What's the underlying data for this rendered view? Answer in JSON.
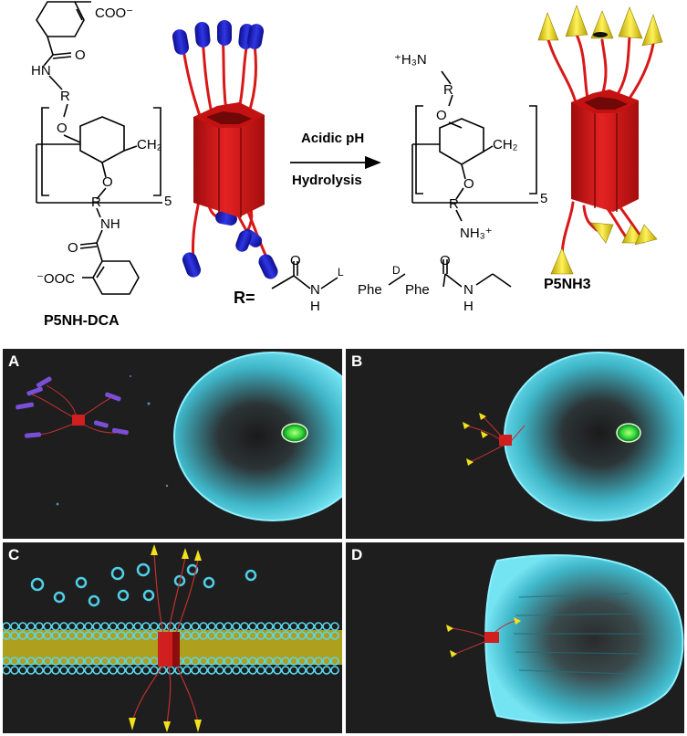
{
  "scheme": {
    "left_compound": {
      "name": "P5NH-DCA",
      "top_group": "COO⁻",
      "bottom_group": "⁻OOC",
      "amide_o": "O",
      "amide_nh_top": "HN",
      "amide_nh_bottom": "NH",
      "r": "R",
      "ether_o": "O",
      "ch2": "CH₂",
      "repeat": "5"
    },
    "arrow": {
      "top_label": "Acidic pH",
      "bottom_label": "Hydrolysis"
    },
    "right_compound": {
      "name": "P5NH3",
      "top_amine": "⁺H₃N",
      "bottom_amine": "NH₃⁺",
      "r": "R",
      "ether_o": "O",
      "ch2": "CH₂",
      "repeat": "5"
    },
    "r_definition": {
      "label": "R=",
      "o1": "O",
      "n1": "N",
      "h1": "H",
      "stereo_l": "L",
      "phe1": "Phe",
      "stereo_d": "D",
      "phe2": "Phe",
      "o2": "O",
      "n2": "N",
      "h2": "H"
    }
  },
  "panels": [
    {
      "label": "A"
    },
    {
      "label": "B"
    },
    {
      "label": "C"
    },
    {
      "label": "D"
    }
  ],
  "colors": {
    "pillar_red": "#d81818",
    "cap_blue": "#1c20c8",
    "cone_yellow": "#f2e21c",
    "membrane_cyan": "#5ad6ea",
    "panel_bg": "#1e1e1f"
  }
}
